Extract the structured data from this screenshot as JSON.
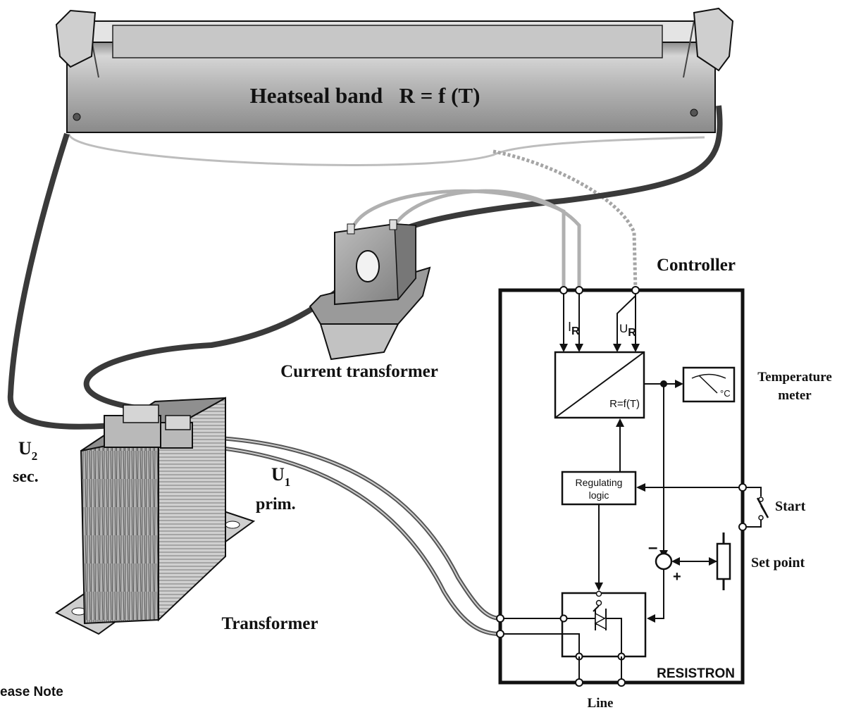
{
  "band": {
    "label": "Heatseal band   R = f (T)"
  },
  "current_transformer": {
    "label": "Current transformer"
  },
  "transformer": {
    "label": "Transformer",
    "secondary_symbol": "U",
    "secondary_sub": "2",
    "secondary_label": "sec.",
    "primary_symbol": "U",
    "primary_sub": "1",
    "primary_label": "prim."
  },
  "controller": {
    "title": "Controller",
    "brand": "RESISTRON",
    "current_signal": "I",
    "current_sub": "R",
    "voltage_signal": "U",
    "voltage_sub": "R",
    "converter_label": "R=f(T)",
    "logic_line1": "Regulating",
    "logic_line2": "logic",
    "minus": "–",
    "plus": "+",
    "line_label": "Line"
  },
  "temperature_meter": {
    "unit": "°C",
    "label_line1": "Temperature",
    "label_line2": "meter"
  },
  "start_switch": {
    "label": "Start"
  },
  "set_point": {
    "label": "Set point"
  },
  "footer": {
    "text": "ease Note"
  },
  "colors": {
    "line": "#111111",
    "metal_light": "#d9d9d9",
    "metal_mid": "#a8a8a8",
    "metal_dark": "#6e6e6e",
    "cable_light": "#b8b8b8",
    "cable_dark": "#444444"
  }
}
